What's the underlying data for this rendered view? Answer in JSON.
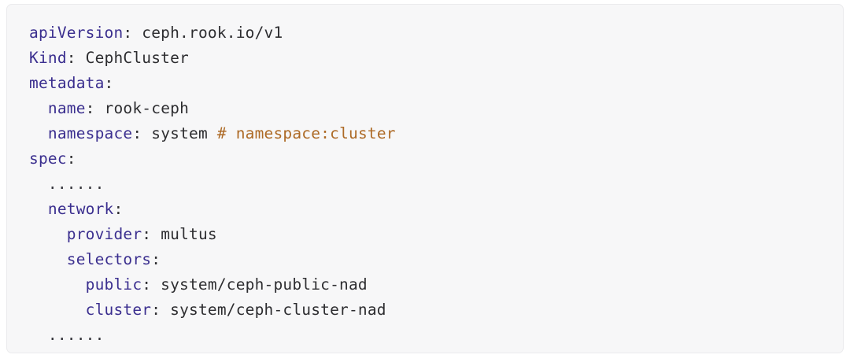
{
  "panel": {
    "background_color": "#f7f7f8",
    "border_color": "#ebebed",
    "language": "yaml"
  },
  "colors": {
    "key": "#3b2f8f",
    "value": "#2d2d30",
    "comment": "#ad6a26",
    "punctuation": "#2d2d30"
  },
  "code": {
    "lines": [
      {
        "indent": "",
        "key": "apiVersion",
        "colon": ":",
        "value": " ceph.rook.io/v1",
        "comment": ""
      },
      {
        "indent": "",
        "key": "Kind",
        "colon": ":",
        "value": " CephCluster",
        "comment": ""
      },
      {
        "indent": "",
        "key": "metadata",
        "colon": ":",
        "value": "",
        "comment": ""
      },
      {
        "indent": "  ",
        "key": "name",
        "colon": ":",
        "value": " rook-ceph",
        "comment": ""
      },
      {
        "indent": "  ",
        "key": "namespace",
        "colon": ":",
        "value": " system ",
        "comment": "# namespace:cluster"
      },
      {
        "indent": "",
        "key": "spec",
        "colon": ":",
        "value": "",
        "comment": ""
      },
      {
        "indent": "  ",
        "key": "",
        "colon": "",
        "value": "",
        "comment": "",
        "ellipsis": "......"
      },
      {
        "indent": "  ",
        "key": "network",
        "colon": ":",
        "value": "",
        "comment": ""
      },
      {
        "indent": "    ",
        "key": "provider",
        "colon": ":",
        "value": " multus",
        "comment": ""
      },
      {
        "indent": "    ",
        "key": "selectors",
        "colon": ":",
        "value": "",
        "comment": ""
      },
      {
        "indent": "      ",
        "key": "public",
        "colon": ":",
        "value": " system/ceph-public-nad",
        "comment": ""
      },
      {
        "indent": "      ",
        "key": "cluster",
        "colon": ":",
        "value": " system/ceph-cluster-nad",
        "comment": ""
      },
      {
        "indent": "  ",
        "key": "",
        "colon": "",
        "value": "",
        "comment": "",
        "ellipsis": "......"
      }
    ]
  }
}
